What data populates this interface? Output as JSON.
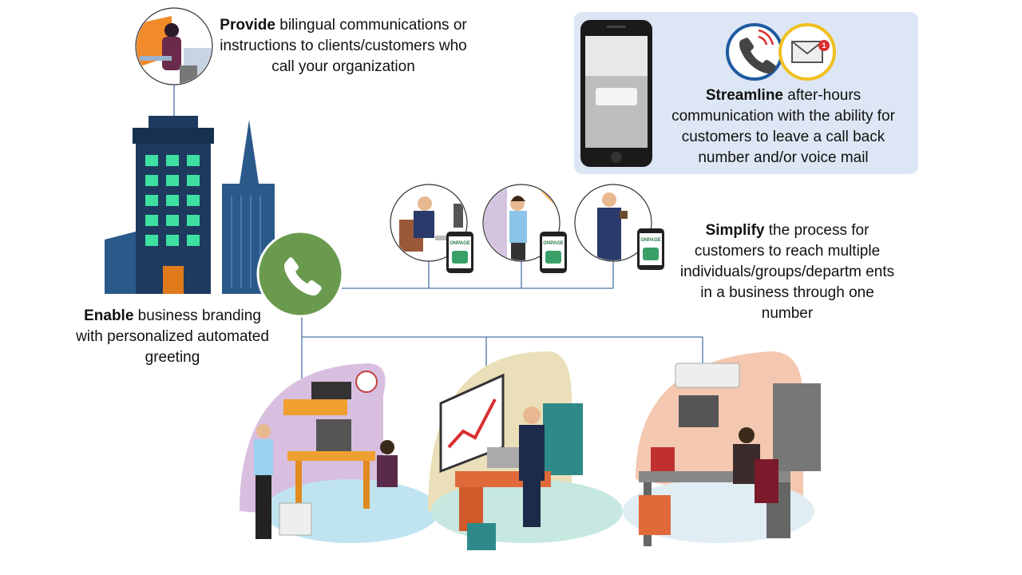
{
  "captions": {
    "top": {
      "bold": "Provide",
      "rest": " bilingual communications or instructions to clients/customers who call your organization"
    },
    "right": {
      "bold": "Streamline",
      "rest": " after-hours communication with the ability for customers to leave a call back number and/or voice mail"
    },
    "middle": {
      "bold": "Simplify",
      "rest": " the process for customers to reach multiple individuals/groups/departm ents in a business through one number"
    },
    "left": {
      "bold": "Enable",
      "rest": " business branding with personalized automated greeting"
    }
  },
  "icons": {
    "mail_badge": "1",
    "mobile_brand": "ONPAGE"
  },
  "colors": {
    "building": "#1e3a5f",
    "building_light": "#2a5a8a",
    "windows": "#3de0a0",
    "phone_circle": "#6a9a4e",
    "connector": "#4a74a8",
    "panel_bg": "#dde6f4"
  }
}
